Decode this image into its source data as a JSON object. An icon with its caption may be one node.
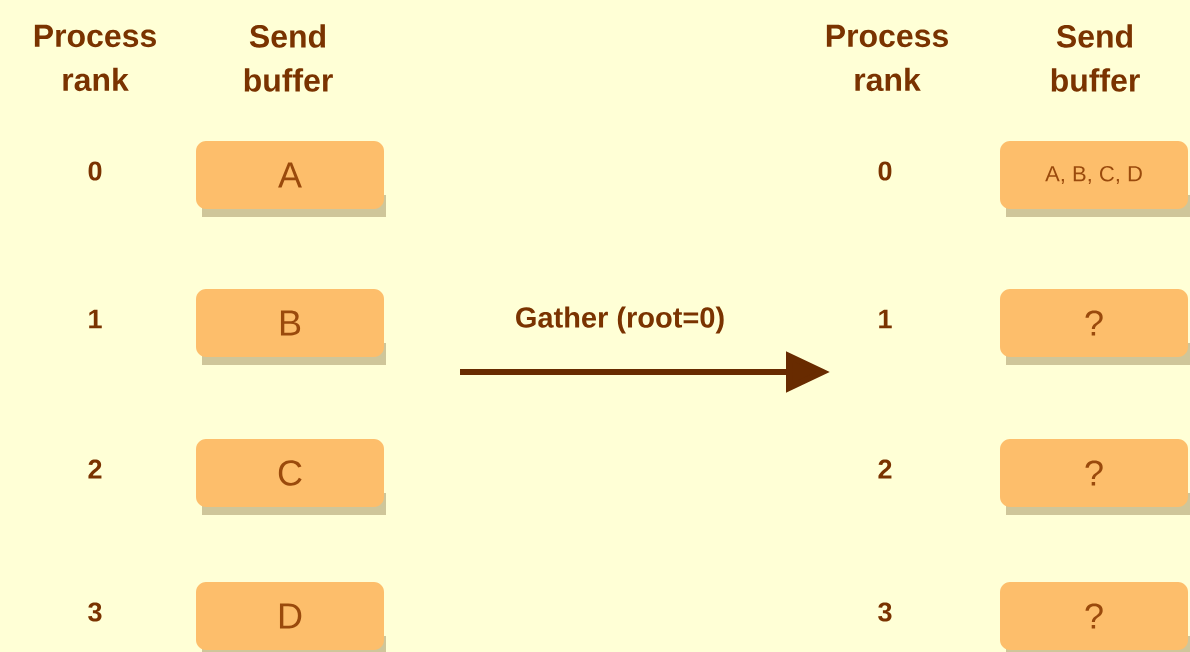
{
  "diagram": {
    "nodes": [
      {
        "text": [
          "A"
        ]
      },
      {
        "text": [
          "B"
        ]
      },
      {
        "text": [
          "C"
        ]
      },
      {
        "text": [
          "D"
        ]
      },
      {
        "text": [
          "A, B, C, D"
        ]
      },
      {
        "text": [
          "?"
        ]
      },
      {
        "text": [
          "?"
        ]
      },
      {
        "text": [
          "?"
        ]
      }
    ],
    "labels": [
      "Process rank",
      "Send buffer",
      "Process rank",
      "Send buffer",
      "0",
      "0",
      "1",
      "Gather (root=0)",
      "1",
      "2",
      "2",
      "3",
      "3"
    ]
  }
}
